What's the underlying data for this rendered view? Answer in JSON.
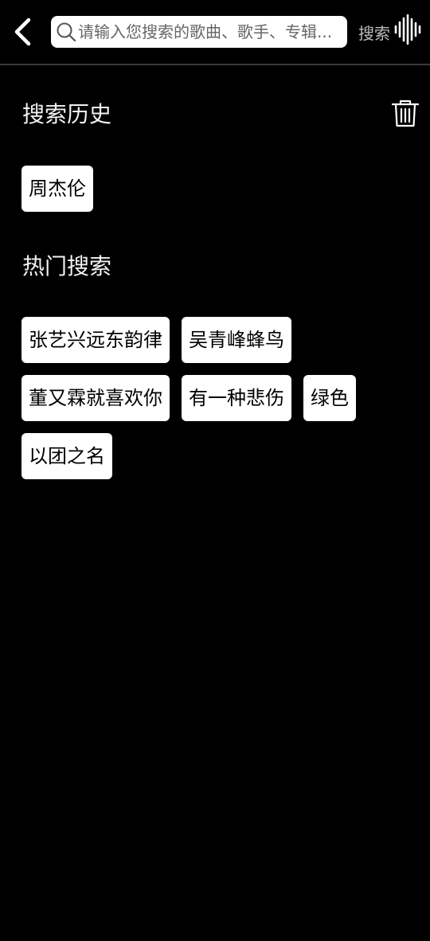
{
  "header": {
    "back_icon": "chevron-left-icon",
    "search_icon": "search-icon",
    "search_placeholder": "请输入您搜索的歌曲、歌手、专辑...",
    "search_value": "",
    "search_label": "搜索",
    "voice_icon": "sound-wave-icon"
  },
  "history": {
    "title": "搜索历史",
    "clear_icon": "trash-icon",
    "items": [
      "周杰伦"
    ]
  },
  "hot": {
    "title": "热门搜索",
    "items": [
      "张艺兴远东韵律",
      "吴青峰蜂鸟",
      "董又霖就喜欢你",
      "有一种悲伤",
      "绿色",
      "以团之名"
    ]
  },
  "colors": {
    "background": "#000000",
    "tag_background": "#ffffff",
    "tag_text": "#000000",
    "divider": "#3a3a3a"
  }
}
